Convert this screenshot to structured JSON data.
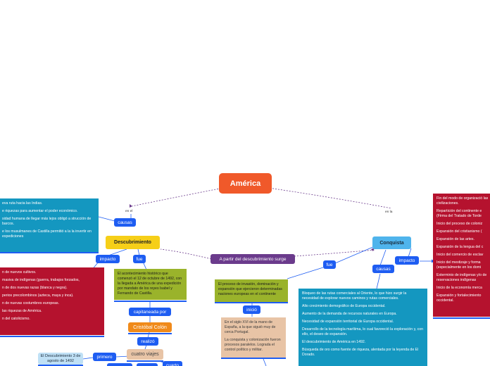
{
  "root": "América",
  "labels": {
    "en_el": "en el",
    "en_la": "en la"
  },
  "center": "A partir del descubrimiento surge",
  "descubrimiento": {
    "title": "Descubrimiento",
    "causas": "causas",
    "impacto": "impacto",
    "fue": "fue",
    "causas_items": [
      "eva ruta hacia las Indias.",
      "e riquezas para aumentar el poder económico.",
      "sidad humana de llegar más lejos obligó a strucción de barcos.",
      "e los musulmanes de Castilla permitió a la la invertir en expediciones"
    ],
    "impacto_items": [
      "n de nuevos cultivos.",
      "masiva de indígenas (guerra, trabajos forzados,",
      "n de dos nuevas razas (blanca y negra).",
      "perios precolombinos (azteca, maya y inca).",
      "n de nuevas costumbres europeas.",
      "las riquezas de América.",
      "n del catolicismo."
    ],
    "fue_text": "El acontecimiento histórico que comenzó el 12 de octubre de 1492, con la llegada a América de una expedición por mandato de los reyes Isabel y Fernando de Castilla.",
    "capitaneada": "capitaneada por",
    "colon": "Cristóbal Colón",
    "realizo": "realizó",
    "viajes": "cuatro viajes",
    "primero": "primero",
    "cuarto": "cuarto",
    "primero_text": "El Descubrimiento 3 de agosto de 1492"
  },
  "conquista": {
    "title": "Conquista",
    "fue": "fue",
    "causas": "causas",
    "impacto": "impacto",
    "fue_text": "El proceso de invasión, dominación y expansión que ejercieron determinadas naciones europeas en el continente",
    "inicio": "inició",
    "inicio_text": [
      "En el siglo XVI de la mano de España, a la que siguió muy de cerca Portugal.",
      "La conquista y colonización fueron procesos paralelos. Lograda el control político y militar."
    ],
    "causas_items": [
      "Bloqueo de las rutas comerciales al Oriente, lo que hizo surgir la necesidad de explorar nuevos caminos y rutas comerciales.",
      "Alto crecimiento demográfico de Europa occidental.",
      "Aumento de la demanda de recursos naturales en Europa.",
      "Necesidad de expansión territorial de Europa occidental.",
      "Desarrollo de la tecnología marítima, lo cual favoreció la exploración y, con ello, el deseo de expansión.",
      "El descubrimiento de América en 1492.",
      "Búsqueda de oro como fuente de riqueza, alentada por la leyenda de El Dorado."
    ],
    "impacto_items": [
      "Fin del modo de organizació las civilizaciones.",
      "Repartición del continente e (Firma del Tratado de Torde",
      "Inicio del proceso de coloniz",
      "Expansión del cristianismo (",
      "Expansión de las artes.",
      "Expansión de la lengua del c",
      "Inicio del comercio de esclav",
      "Inicio del mestizaje y forma (especialmente en los domi",
      "Exterminio de indígenas y/o de reservaciones indígenas",
      "Inicio de la economía merca",
      "Expansión y fortalecimiento occidental."
    ]
  }
}
